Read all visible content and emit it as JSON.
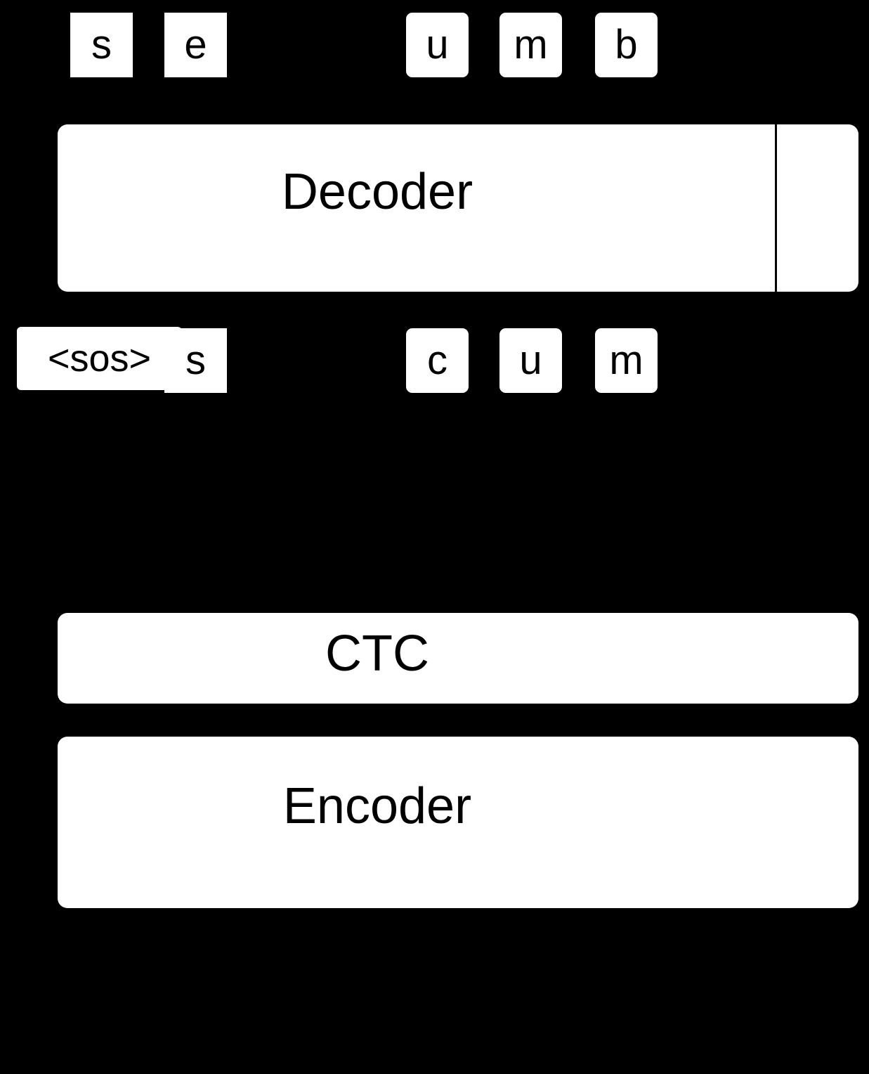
{
  "diagram": {
    "title": "Encoder-Decoder with CTC",
    "background_color": "#000000",
    "box_color": "#ffffff",
    "text_color": "#000000"
  },
  "output_tokens": [
    {
      "id": "s",
      "label": "s",
      "shape": "sharp"
    },
    {
      "id": "e",
      "label": "e",
      "shape": "sharp"
    },
    {
      "id": "u",
      "label": "u",
      "shape": "round"
    },
    {
      "id": "m",
      "label": "m",
      "shape": "round"
    },
    {
      "id": "b",
      "label": "b",
      "shape": "round"
    }
  ],
  "input_tokens": [
    {
      "id": "sos",
      "label": "<sos>",
      "shape": "round"
    },
    {
      "id": "s",
      "label": "s",
      "shape": "sharp"
    },
    {
      "id": "c",
      "label": "c",
      "shape": "round"
    },
    {
      "id": "u",
      "label": "u",
      "shape": "round"
    },
    {
      "id": "m",
      "label": "m",
      "shape": "round"
    }
  ],
  "modules": {
    "decoder": {
      "label": "Decoder"
    },
    "ctc": {
      "label": "CTC"
    },
    "encoder": {
      "label": "Encoder"
    }
  }
}
